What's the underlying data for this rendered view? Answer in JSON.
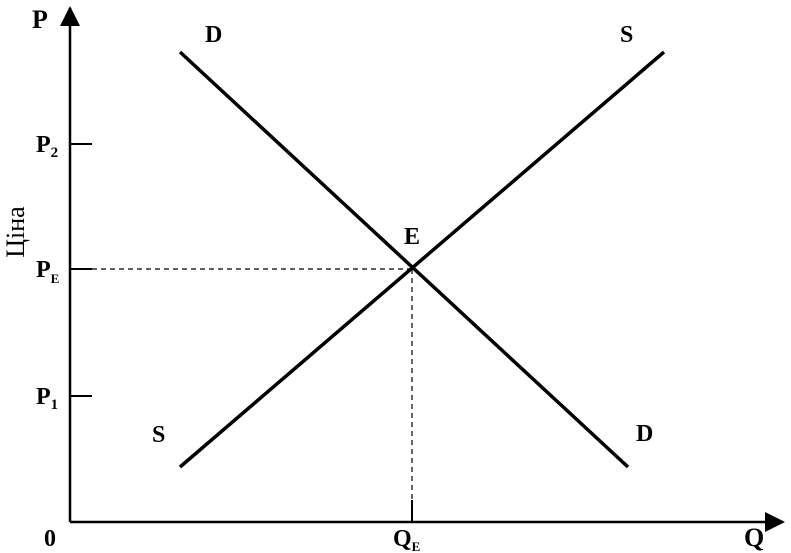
{
  "axes": {
    "y_label": "P",
    "x_label": "Q",
    "origin_label": "0",
    "y_title": "Ціна"
  },
  "price_ticks": {
    "p2": {
      "main": "P",
      "sub": "2"
    },
    "pe": {
      "main": "P",
      "sub": "E"
    },
    "p1": {
      "main": "P",
      "sub": "1"
    }
  },
  "quantity_ticks": {
    "qe": {
      "main": "Q",
      "sub": "E"
    }
  },
  "curves": {
    "demand": {
      "label_top": "D",
      "label_bottom": "D"
    },
    "supply": {
      "label_top": "S",
      "label_bottom": "S"
    }
  },
  "equilibrium": {
    "label": "E"
  }
}
